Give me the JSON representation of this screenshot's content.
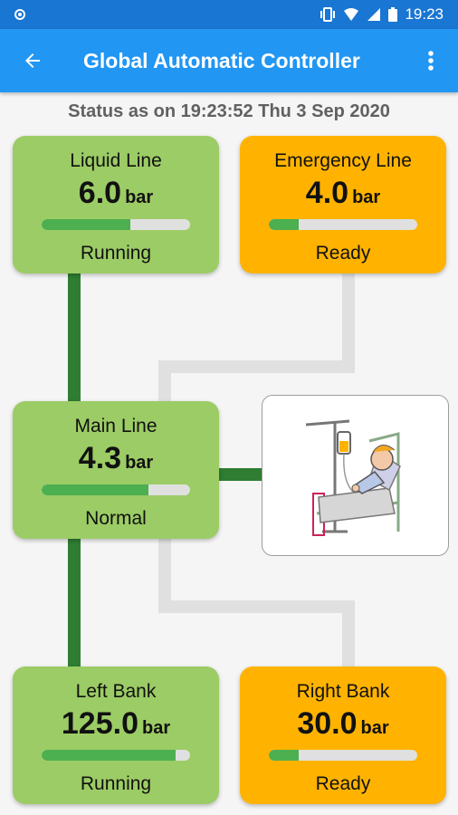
{
  "statusbar": {
    "time": "19:23"
  },
  "appbar": {
    "title": "Global Automatic Controller"
  },
  "status_line": "Status as on 19:23:52 Thu 3 Sep 2020",
  "colors": {
    "running": "#9ccc65",
    "ready": "#ffb300",
    "bar_fill": "#4caf50",
    "bar_track": "#e0e0e0",
    "pipe_active": "#2e7d32",
    "pipe_idle": "#e0e0e0"
  },
  "cards": {
    "liquid": {
      "title": "Liquid Line",
      "value": "6.0",
      "unit": "bar",
      "status": "Running",
      "level": 0.6
    },
    "emergency": {
      "title": "Emergency Line",
      "value": "4.0",
      "unit": "bar",
      "status": "Ready",
      "level": 0.2
    },
    "main": {
      "title": "Main Line",
      "value": "4.3",
      "unit": "bar",
      "status": "Normal",
      "level": 0.72
    },
    "left": {
      "title": "Left Bank",
      "value": "125.0",
      "unit": "bar",
      "status": "Running",
      "level": 0.9
    },
    "right": {
      "title": "Right Bank",
      "value": "30.0",
      "unit": "bar",
      "status": "Ready",
      "level": 0.2
    }
  },
  "image": {
    "icon": "patient-in-hospital-bed-illustration"
  }
}
